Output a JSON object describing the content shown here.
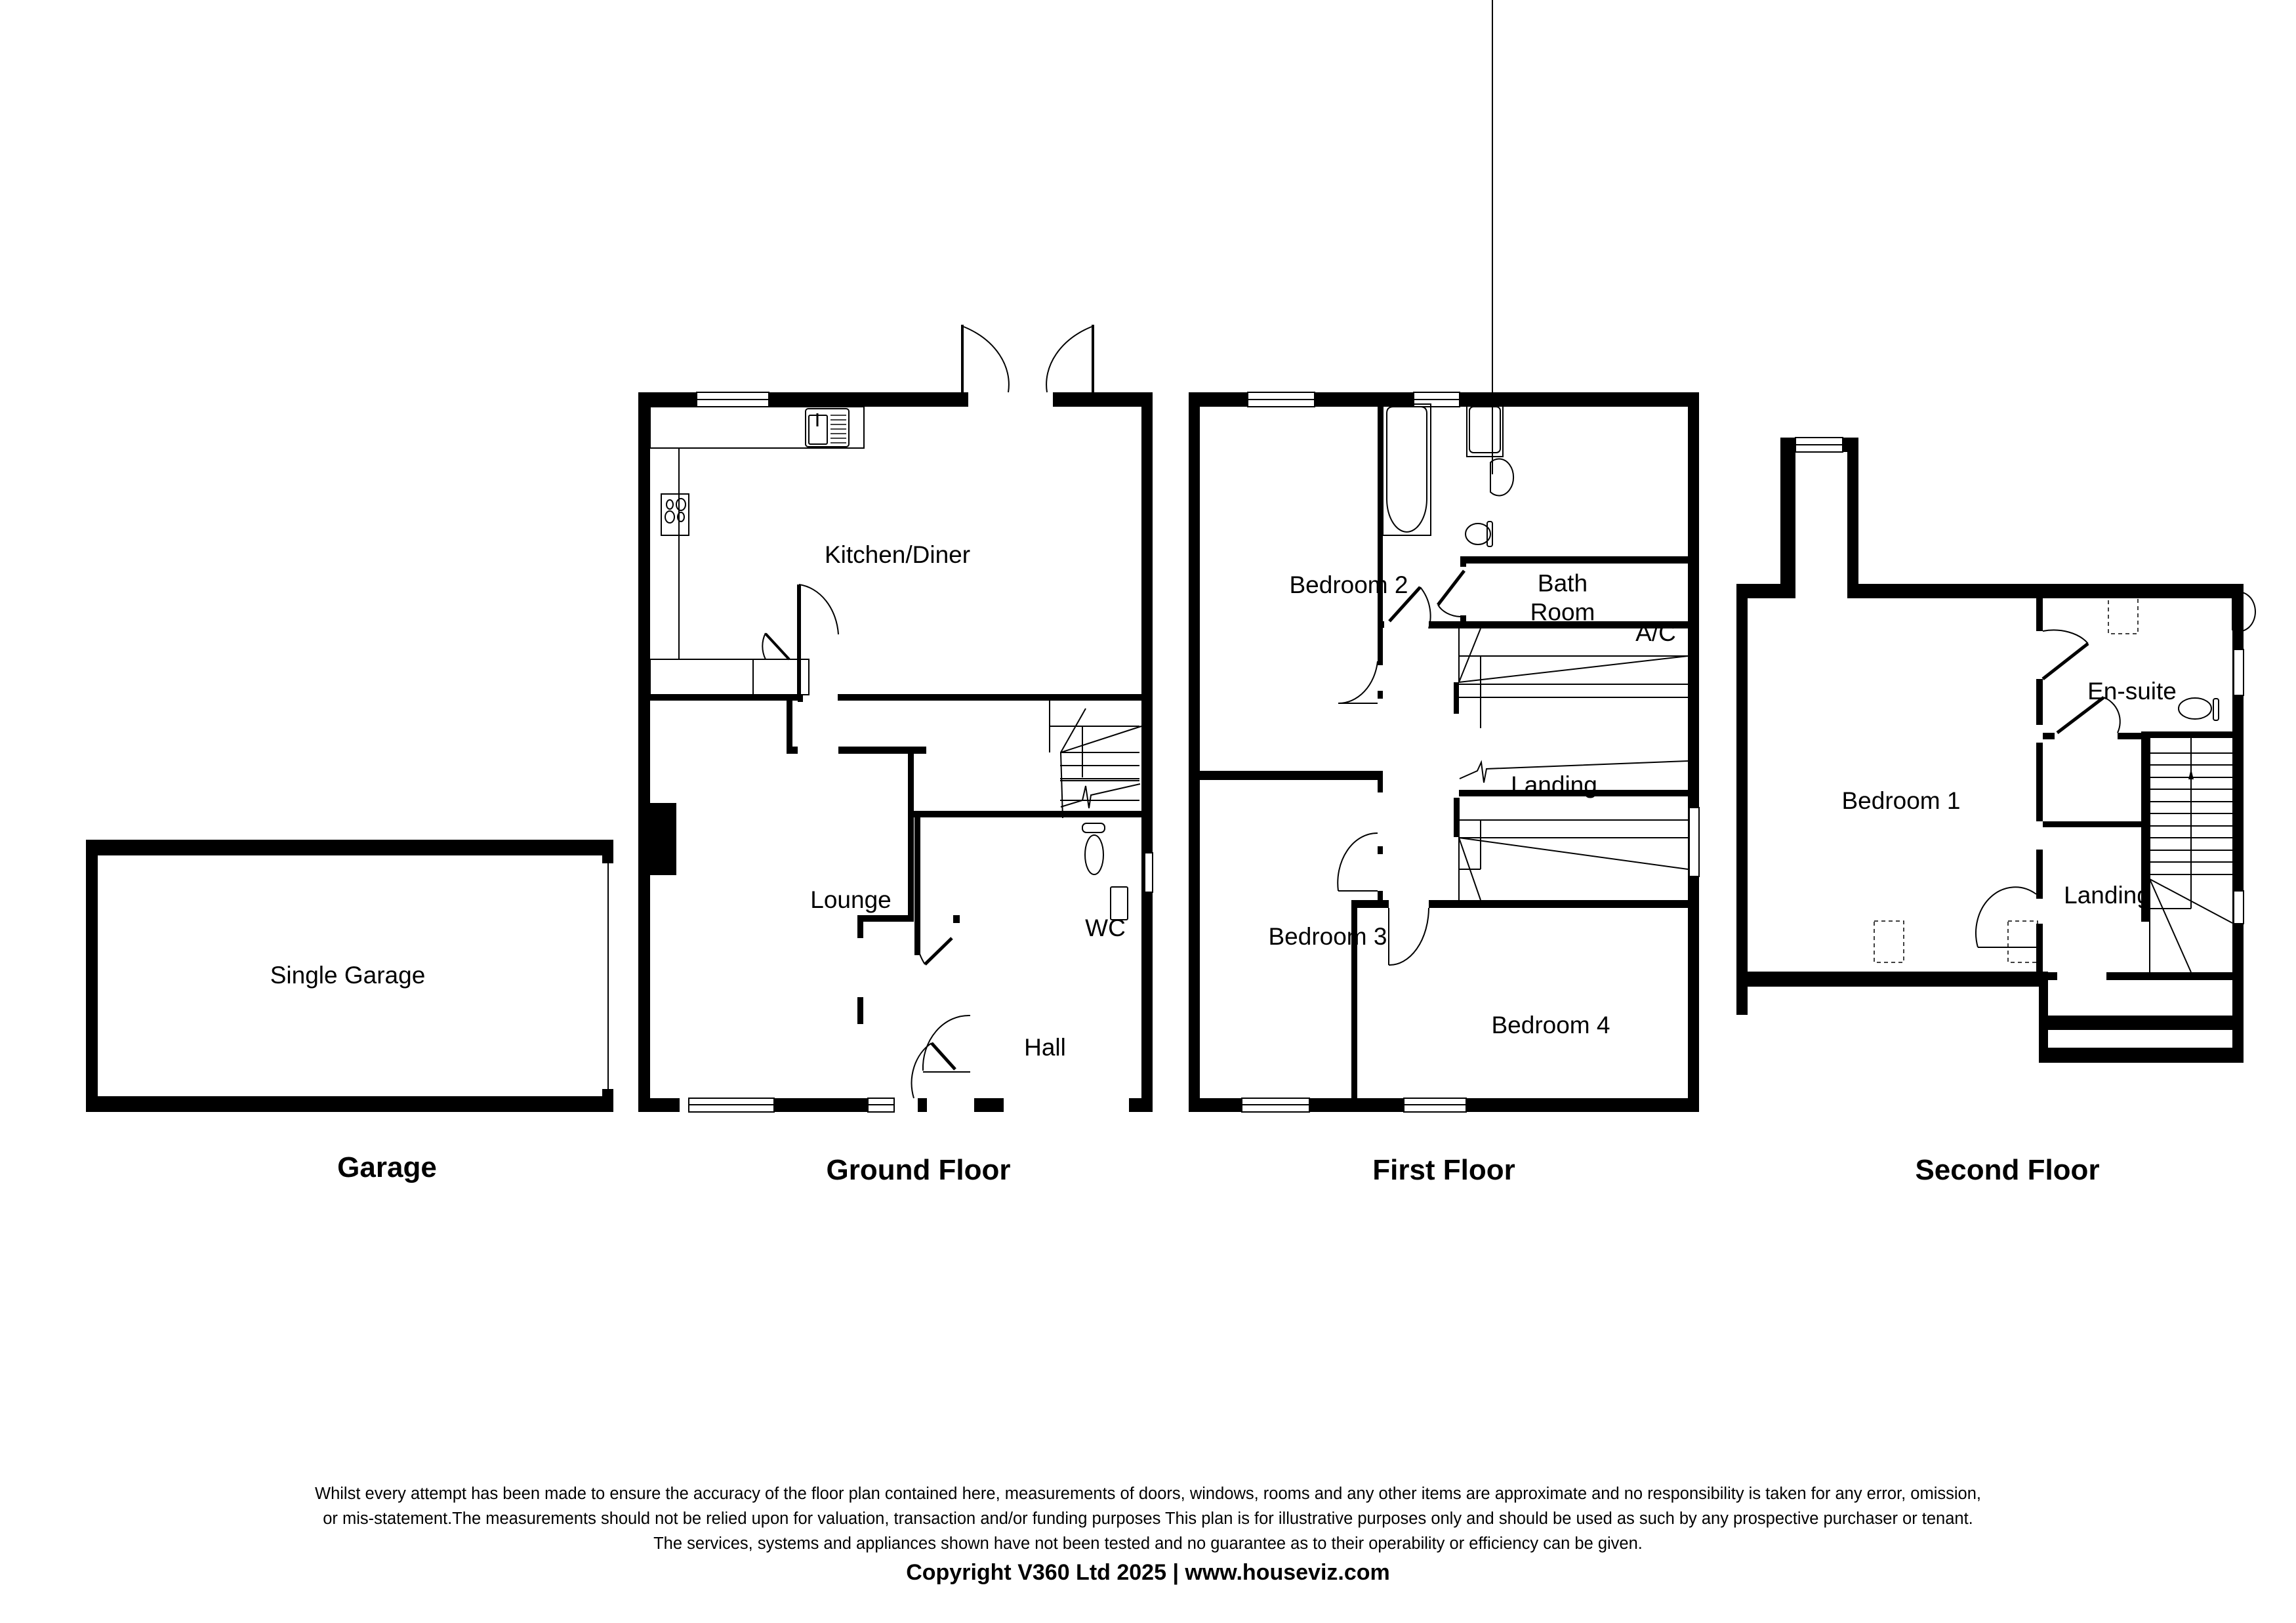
{
  "plan": {
    "colors": {
      "wall": "#000000",
      "background": "#ffffff",
      "line": "#000000"
    },
    "floors": [
      {
        "id": "garage",
        "title": "Garage",
        "rooms": [
          {
            "label": "Single Garage"
          }
        ]
      },
      {
        "id": "ground",
        "title": "Ground Floor",
        "rooms": [
          {
            "label": "Kitchen/Diner"
          },
          {
            "label": "Lounge"
          },
          {
            "label": "WC"
          },
          {
            "label": "Hall"
          }
        ]
      },
      {
        "id": "first",
        "title": "First Floor",
        "rooms": [
          {
            "label": "Bedroom 2"
          },
          {
            "label": "Bath\nRoom"
          },
          {
            "label": "A/C"
          },
          {
            "label": "Landing"
          },
          {
            "label": "Bedroom 3"
          },
          {
            "label": "Bedroom 4"
          }
        ]
      },
      {
        "id": "second",
        "title": "Second Floor",
        "rooms": [
          {
            "label": "Bedroom 1"
          },
          {
            "label": "En-suite"
          },
          {
            "label": "Landing"
          }
        ]
      }
    ],
    "fixtures": [
      "sink-icon",
      "hob-icon",
      "toilet-icon",
      "basin-icon",
      "bath-icon",
      "shower-tray-icon",
      "skylight-icon",
      "staircase-icon",
      "fireplace-icon",
      "french-doors-icon"
    ]
  },
  "footer": {
    "disclaimer_lines": [
      "Whilst every attempt has been made to ensure the accuracy of the floor plan contained here, measurements of doors, windows, rooms and any other items are approximate and no responsibility is taken for any error, omission,",
      "or mis-statement.The measurements should not be relied upon for valuation, transaction and/or funding purposes This plan is for illustrative purposes only and should be used as such by any prospective purchaser or tenant.",
      "The services, systems and appliances shown have not been tested and no guarantee as to their operability or efficiency can be given."
    ],
    "copyright": "Copyright V360 Ltd 2025 | www.houseviz.com"
  }
}
